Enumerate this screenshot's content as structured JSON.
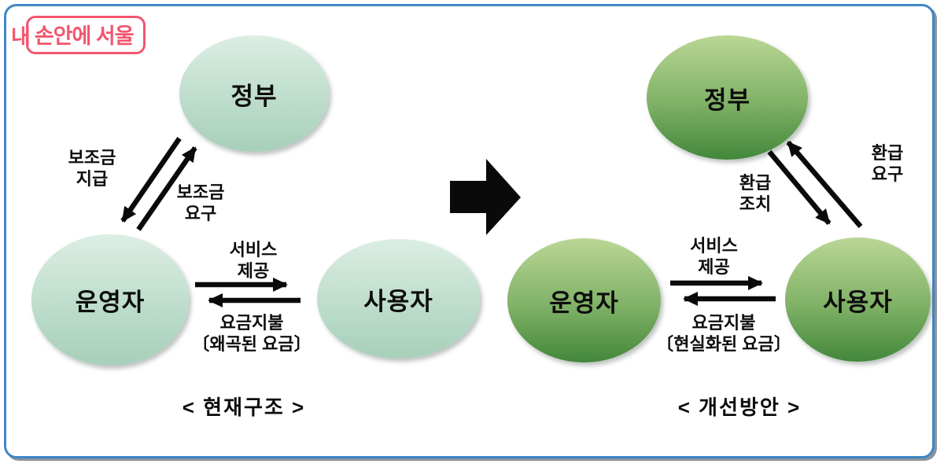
{
  "logo": {
    "prefix": "내",
    "boxed": "손안에 서울"
  },
  "diagram_left": {
    "caption": "< 현재구조 >",
    "nodes": {
      "government": "정부",
      "operator": "운영자",
      "user": "사용자"
    },
    "edges": {
      "subsidy_payment": "보조금\n지급",
      "subsidy_request": "보조금\n요구",
      "service_provision": "서비스\n제공",
      "fare_payment": "요금지불\n〔왜곡된 요금〕"
    }
  },
  "diagram_right": {
    "caption": "< 개선방안 >",
    "nodes": {
      "government": "정부",
      "operator": "운영자",
      "user": "사용자"
    },
    "edges": {
      "refund_action": "환급\n조치",
      "refund_request": "환급\n요구",
      "service_provision": "서비스\n제공",
      "fare_payment": "요금지불\n〔현실화된 요금〕"
    }
  },
  "colors": {
    "frame_border": "#3f86c6",
    "frame_shadow": "#8d939b",
    "logo_pink": "#f2566e",
    "light_circle_top": "#dceee3",
    "light_circle_bottom": "#a7cfba",
    "dark_circle_top": "#bad795",
    "dark_circle_bottom": "#42873a",
    "arrow_black": "#0a0a0a"
  }
}
